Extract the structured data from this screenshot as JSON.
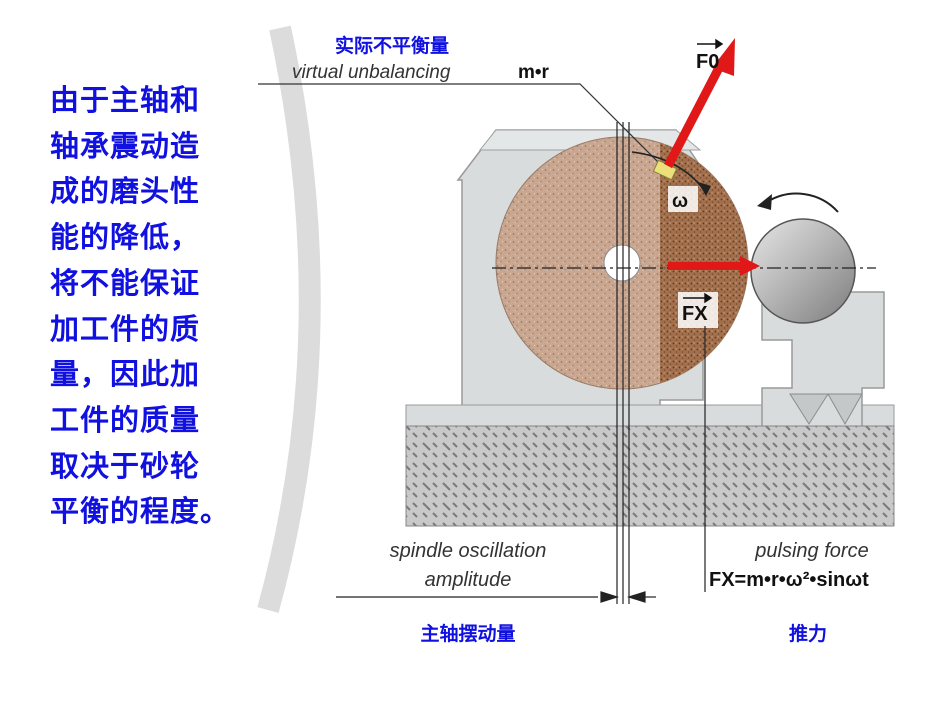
{
  "side_text": {
    "lines": [
      "由于主轴和",
      "轴承震动造",
      "成的磨头性",
      "能的降低，",
      "将不能保证",
      "加工件的质",
      "量，因此加",
      "工件的质量",
      "取决于砂轮",
      "平衡的程度。"
    ]
  },
  "diagram": {
    "cn_unbalance": "实际不平衡量",
    "en_unbalance": "virtual unbalancing",
    "mr": "m•r",
    "f0": "F0",
    "omega": "ω",
    "fx": "FX",
    "spindle_line1": "spindle oscillation",
    "spindle_line2": "amplitude",
    "pulsing": "pulsing force",
    "formula": "FX=m•r•ω²•sinωt",
    "cn_spindle": "主轴摆动量",
    "cn_thrust": "推力"
  },
  "colors": {
    "text_blue": "#1010e0",
    "arrow_red": "#e01818",
    "wheel": "#c8a48c",
    "housing": "#d8dcdc"
  }
}
